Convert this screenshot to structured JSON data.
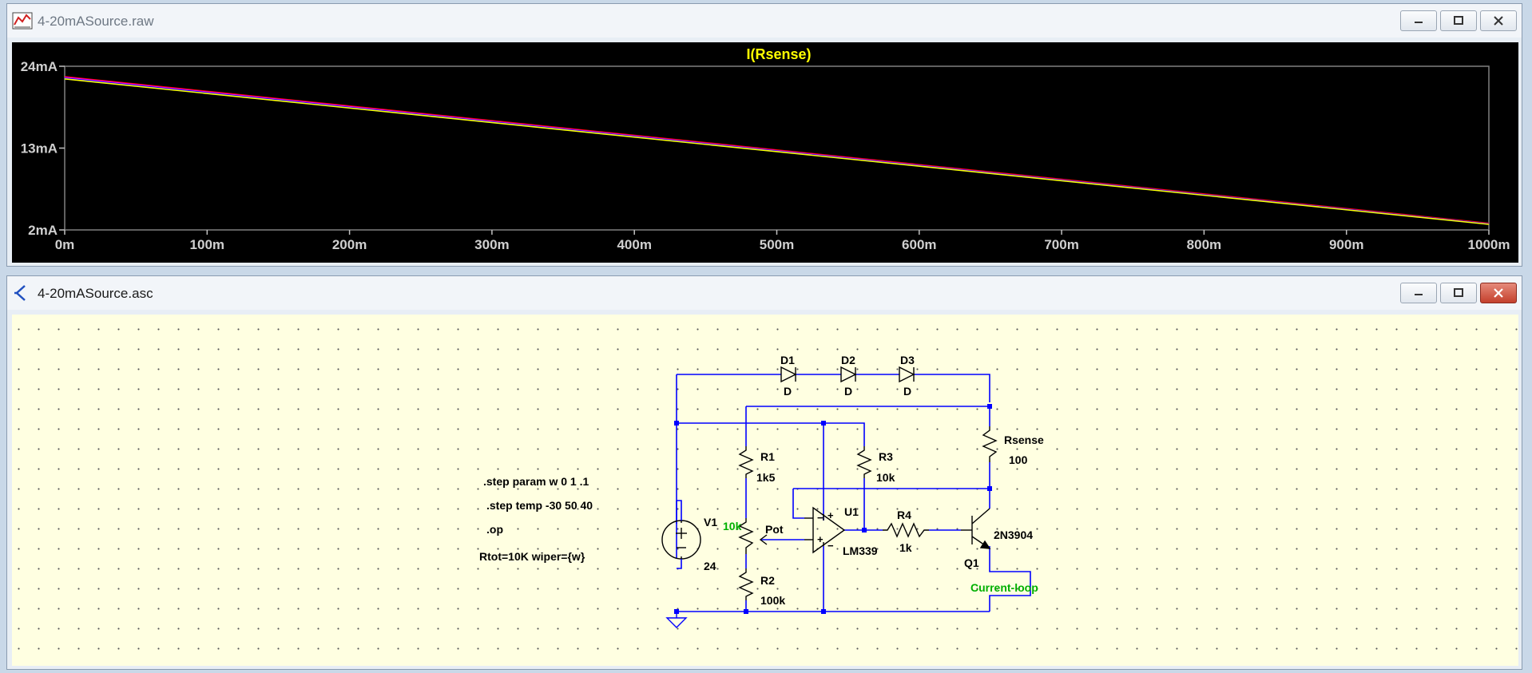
{
  "waveform_window": {
    "title": "4-20mASource.raw",
    "trace_label": "I(Rsense)",
    "trace_color": "#ffff00",
    "y_ticks": [
      "24mA",
      "13mA",
      "2mA"
    ],
    "x_ticks": [
      "0m",
      "100m",
      "200m",
      "300m",
      "400m",
      "500m",
      "600m",
      "700m",
      "800m",
      "900m",
      "1000m"
    ]
  },
  "schematic_window": {
    "title": "4-20mASource.asc",
    "directives": [
      ".step param w 0 1 .1",
      ".step temp -30 50 40",
      ".op",
      "Rtot=10K wiper={w}"
    ],
    "components": {
      "d1_name": "D1",
      "d1_model": "D",
      "d2_name": "D2",
      "d2_model": "D",
      "d3_name": "D3",
      "d3_model": "D",
      "r1_name": "R1",
      "r1_value": "1k5",
      "r2_name": "R2",
      "r2_value": "100k",
      "r3_name": "R3",
      "r3_value": "10k",
      "r4_name": "R4",
      "r4_value": "1k",
      "rsense_name": "Rsense",
      "rsense_value": "100",
      "v1_name": "V1",
      "v1_value": "24",
      "pot_name": "Pot",
      "pot_value": "10k",
      "u1_name": "U1",
      "u1_model": "LM339",
      "q1_name": "Q1",
      "q1_model": "2N3904"
    },
    "net_label": "Current-loop",
    "wire_color": "#0000ff",
    "green_text_color": "#00b000"
  },
  "chart_data": {
    "type": "line",
    "title": "I(Rsense)",
    "xlabel": "",
    "ylabel": "",
    "x_ticks": [
      "0m",
      "100m",
      "200m",
      "300m",
      "400m",
      "500m",
      "600m",
      "700m",
      "800m",
      "900m",
      "1000m"
    ],
    "y_ticks": [
      "24mA",
      "13mA",
      "2mA"
    ],
    "xlim": [
      0,
      1000
    ],
    "ylim": [
      2,
      24
    ],
    "grid": false,
    "series": [
      {
        "color": "#ff0000",
        "x": [
          0,
          1000
        ],
        "y": [
          22.6,
          2.9
        ]
      },
      {
        "color": "#ff00ff",
        "x": [
          0,
          1000
        ],
        "y": [
          22.5,
          2.8
        ]
      },
      {
        "color": "#0000ff",
        "x": [
          0,
          1000
        ],
        "y": [
          22.4,
          2.8
        ]
      },
      {
        "color": "#ffff00",
        "x": [
          0,
          1000
        ],
        "y": [
          22.3,
          2.75
        ]
      }
    ]
  }
}
